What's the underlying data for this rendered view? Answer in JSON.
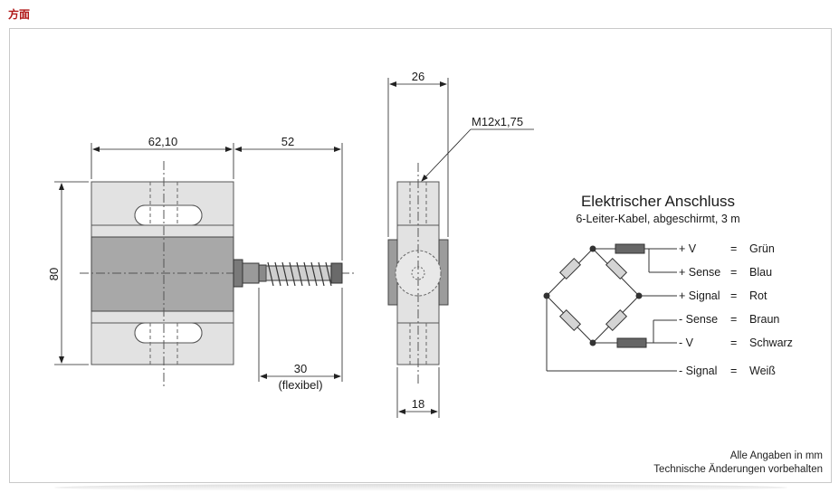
{
  "page_label": "方面",
  "dimensions": {
    "width_body": "62,10",
    "cable_length": "52",
    "height": "80",
    "flex": "30",
    "flex_note": "(flexibel)",
    "side_width": "26",
    "thread": "M12x1,75",
    "side_depth": "18"
  },
  "wiring": {
    "title": "Elektrischer Anschluss",
    "subtitle": "6-Leiter-Kabel, abgeschirmt, 3 m",
    "rows": [
      {
        "signal": "+ V",
        "eq": "=",
        "color": "Grün"
      },
      {
        "signal": "+ Sense",
        "eq": "=",
        "color": "Blau"
      },
      {
        "signal": "+ Signal",
        "eq": "=",
        "color": "Rot"
      },
      {
        "signal": "- Sense",
        "eq": "=",
        "color": "Braun"
      },
      {
        "signal": "- V",
        "eq": "=",
        "color": "Schwarz"
      },
      {
        "signal": "- Signal",
        "eq": "=",
        "color": "Weiß"
      }
    ]
  },
  "footer": {
    "line1": "Alle Angaben in mm",
    "line2": "Technische Änderungen vorbehalten"
  }
}
